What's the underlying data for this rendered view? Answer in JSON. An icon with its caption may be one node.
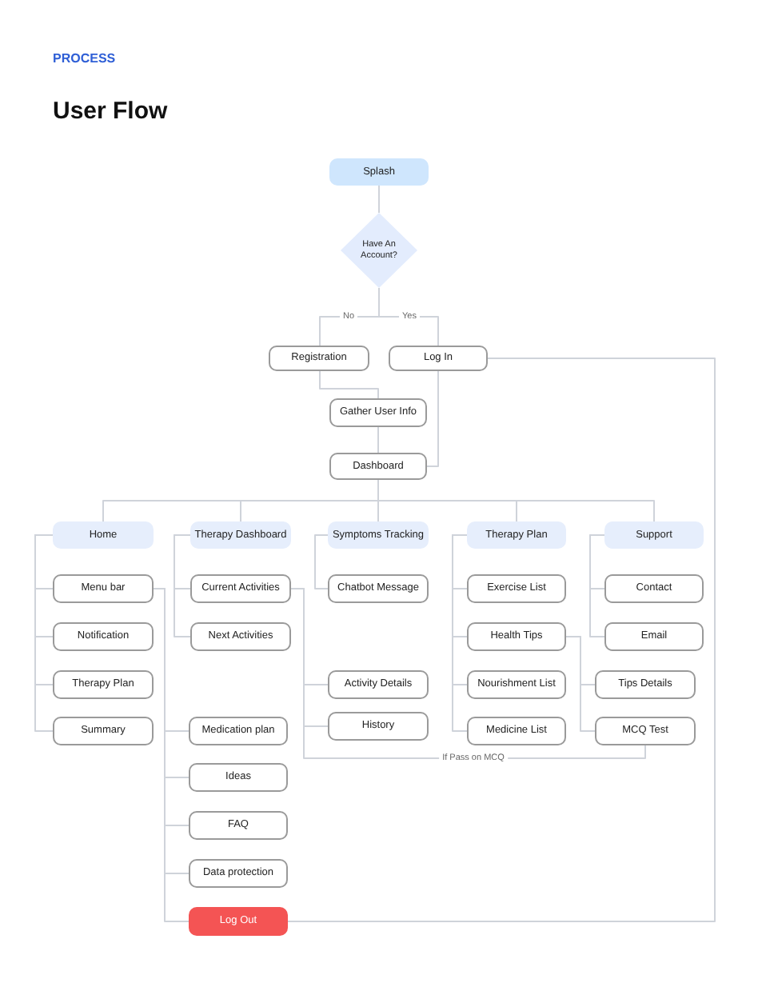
{
  "diagram": {
    "title": "User Flow",
    "nodes": [
      {
        "text": [
          "Splash"
        ]
      },
      {
        "text": [
          "Have An Account?"
        ]
      },
      {
        "text": [
          "Registration"
        ]
      },
      {
        "text": [
          "Log In"
        ]
      },
      {
        "text": [
          "Gather User Info"
        ]
      },
      {
        "text": [
          "Dashboard"
        ]
      },
      {
        "text": [
          "Home"
        ]
      },
      {
        "text": [
          "Therapy Dashboard"
        ]
      },
      {
        "text": [
          "Symptoms Tracking"
        ]
      },
      {
        "text": [
          "Therapy Plan"
        ]
      },
      {
        "text": [
          "Support"
        ]
      },
      {
        "text": [
          "Menu bar"
        ]
      },
      {
        "text": [
          "Notification"
        ]
      },
      {
        "text": [
          "Therapy Plan"
        ]
      },
      {
        "text": [
          "Summary"
        ]
      },
      {
        "text": [
          "Current Activities"
        ]
      },
      {
        "text": [
          "Next Activities"
        ]
      },
      {
        "text": [
          "Medication plan"
        ]
      },
      {
        "text": [
          "Ideas"
        ]
      },
      {
        "text": [
          "FAQ"
        ]
      },
      {
        "text": [
          "Data protection"
        ]
      },
      {
        "text": [
          "Chatbot Message"
        ]
      },
      {
        "text": [
          "Activity Details"
        ]
      },
      {
        "text": [
          "History"
        ]
      },
      {
        "text": [
          "Exercise List"
        ]
      },
      {
        "text": [
          "Health Tips"
        ]
      },
      {
        "text": [
          "Nourishment List"
        ]
      },
      {
        "text": [
          "Medicine List"
        ]
      },
      {
        "text": [
          "Contact"
        ]
      },
      {
        "text": [
          "Email"
        ]
      },
      {
        "text": [
          "Tips Details"
        ]
      },
      {
        "text": [
          "MCQ Test"
        ]
      },
      {
        "text": [
          "Log Out"
        ]
      }
    ],
    "edges": [
      {
        "from": 0,
        "to": 1,
        "arrow": "none"
      },
      {
        "from": 1,
        "to": 2,
        "arrow": "none",
        "label": "No"
      },
      {
        "from": 1,
        "to": 3,
        "arrow": "none",
        "label": "Yes"
      },
      {
        "from": 2,
        "to": 4,
        "arrow": "none"
      },
      {
        "from": 4,
        "to": 5,
        "arrow": "none"
      },
      {
        "from": 3,
        "to": 5,
        "arrow": "none"
      },
      {
        "from": 5,
        "to": 6,
        "arrow": "none"
      },
      {
        "from": 5,
        "to": 7,
        "arrow": "none"
      },
      {
        "from": 5,
        "to": 8,
        "arrow": "none"
      },
      {
        "from": 5,
        "to": 9,
        "arrow": "none"
      },
      {
        "from": 5,
        "to": 10,
        "arrow": "none"
      },
      {
        "from": 6,
        "to": 11,
        "arrow": "none"
      },
      {
        "from": 6,
        "to": 12,
        "arrow": "none"
      },
      {
        "from": 6,
        "to": 13,
        "arrow": "none"
      },
      {
        "from": 6,
        "to": 14,
        "arrow": "none"
      },
      {
        "from": 7,
        "to": 15,
        "arrow": "none"
      },
      {
        "from": 7,
        "to": 16,
        "arrow": "none"
      },
      {
        "from": 11,
        "to": 17,
        "arrow": "none"
      },
      {
        "from": 11,
        "to": 18,
        "arrow": "none"
      },
      {
        "from": 11,
        "to": 19,
        "arrow": "none"
      },
      {
        "from": 11,
        "to": 20,
        "arrow": "none"
      },
      {
        "from": 11,
        "to": 32,
        "arrow": "none"
      },
      {
        "from": 8,
        "to": 21,
        "arrow": "none"
      },
      {
        "from": 15,
        "to": 22,
        "arrow": "none"
      },
      {
        "from": 15,
        "to": 23,
        "arrow": "none"
      },
      {
        "from": 9,
        "to": 24,
        "arrow": "none"
      },
      {
        "from": 9,
        "to": 25,
        "arrow": "none"
      },
      {
        "from": 9,
        "to": 26,
        "arrow": "none"
      },
      {
        "from": 9,
        "to": 27,
        "arrow": "none"
      },
      {
        "from": 10,
        "to": 28,
        "arrow": "none"
      },
      {
        "from": 10,
        "to": 29,
        "arrow": "none"
      },
      {
        "from": 25,
        "to": 30,
        "arrow": "none"
      },
      {
        "from": 25,
        "to": 31,
        "arrow": "none"
      },
      {
        "from": 31,
        "to": 15,
        "arrow": "none",
        "label": "If Pass on MCQ"
      },
      {
        "from": 3,
        "to": 32,
        "arrow": "none"
      }
    ],
    "labels": [
      "PROCESS"
    ]
  }
}
